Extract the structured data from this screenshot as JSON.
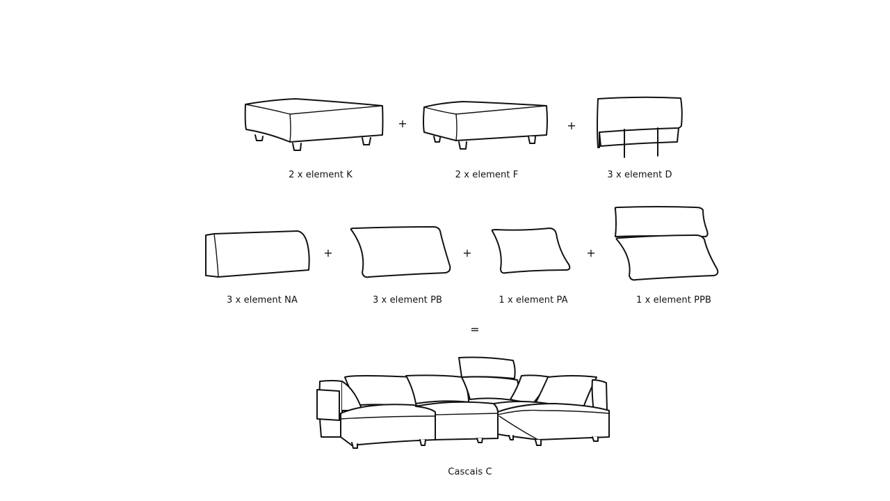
{
  "elements": {
    "k": {
      "label": "2 x element K"
    },
    "f": {
      "label": "2 x element F"
    },
    "d": {
      "label": "3 x element D"
    },
    "na": {
      "label": "3 x element NA"
    },
    "pb": {
      "label": "3 x element PB"
    },
    "pa": {
      "label": "1 x element PA"
    },
    "ppb": {
      "label": "1 x element PPB"
    }
  },
  "operators": {
    "plus": "+",
    "equals": "="
  },
  "result": {
    "label": "Cascais C"
  }
}
